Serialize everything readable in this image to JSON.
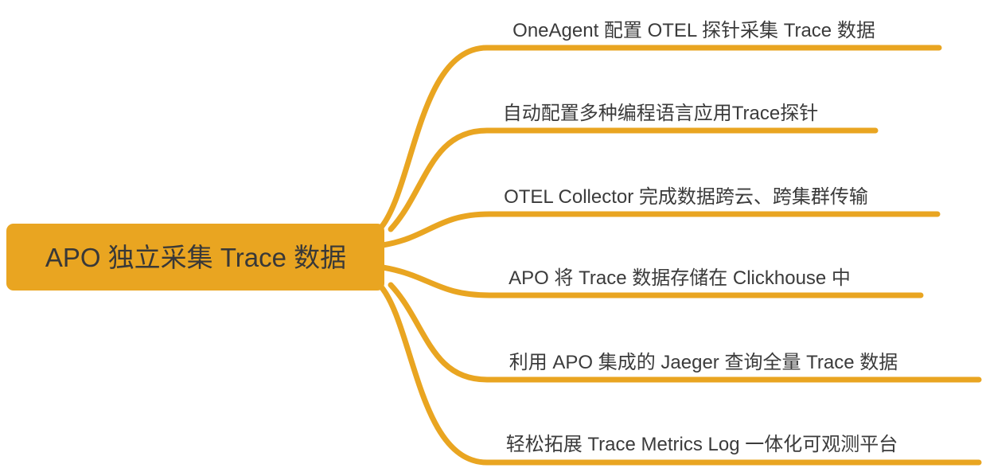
{
  "diagram": {
    "type": "mindmap",
    "colors": {
      "accent": "#E9A521",
      "text": "#3B3B3B",
      "background": "#FFFFFF"
    },
    "root": {
      "label": "APO 独立采集 Trace 数据"
    },
    "branches": [
      {
        "label": "OneAgent 配置 OTEL 探针采集 Trace 数据"
      },
      {
        "label": "自动配置多种编程语言应用Trace探针"
      },
      {
        "label": "OTEL Collector 完成数据跨云、跨集群传输"
      },
      {
        "label": "APO 将 Trace 数据存储在 Clickhouse 中"
      },
      {
        "label": "利用 APO 集成的 Jaeger 查询全量 Trace 数据"
      },
      {
        "label": "轻松拓展 Trace Metrics Log 一体化可观测平台"
      }
    ]
  }
}
